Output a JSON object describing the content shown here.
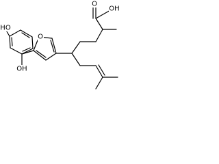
{
  "molecule": {
    "labels": {
      "carboxyl_oxygen": "O",
      "carboxyl_hydroxyl": "OH",
      "furan_oxygen": "O",
      "phenol_hydroxyl_top": "HO",
      "phenol_hydroxyl_bottom": "OH"
    }
  }
}
